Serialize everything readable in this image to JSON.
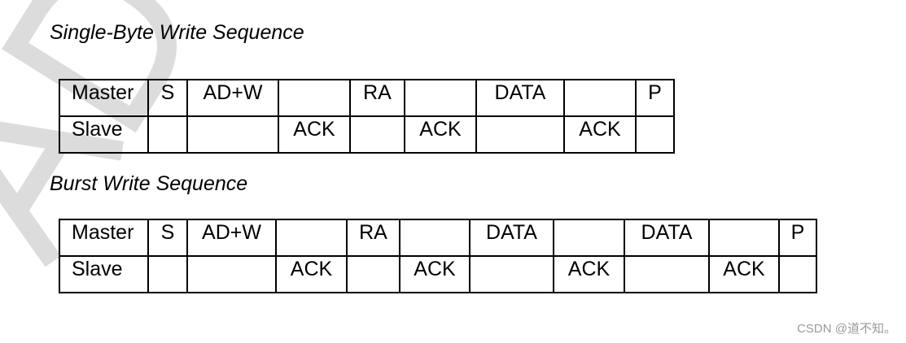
{
  "watermark": "ADVA",
  "single_byte": {
    "title": "Single-Byte Write Sequence",
    "rows": [
      [
        "Master",
        "S",
        "AD+W",
        "",
        "RA",
        "",
        "DATA",
        "",
        "P"
      ],
      [
        "Slave",
        "",
        "",
        "ACK",
        "",
        "ACK",
        "",
        "ACK",
        ""
      ]
    ]
  },
  "burst": {
    "title": "Burst Write Sequence",
    "rows": [
      [
        "Master",
        "S",
        "AD+W",
        "",
        "RA",
        "",
        "DATA",
        "",
        "DATA",
        "",
        "P"
      ],
      [
        "Slave",
        "",
        "",
        "ACK",
        "",
        "ACK",
        "",
        "ACK",
        "",
        "ACK",
        ""
      ]
    ]
  },
  "footer": "CSDN @道不知。"
}
